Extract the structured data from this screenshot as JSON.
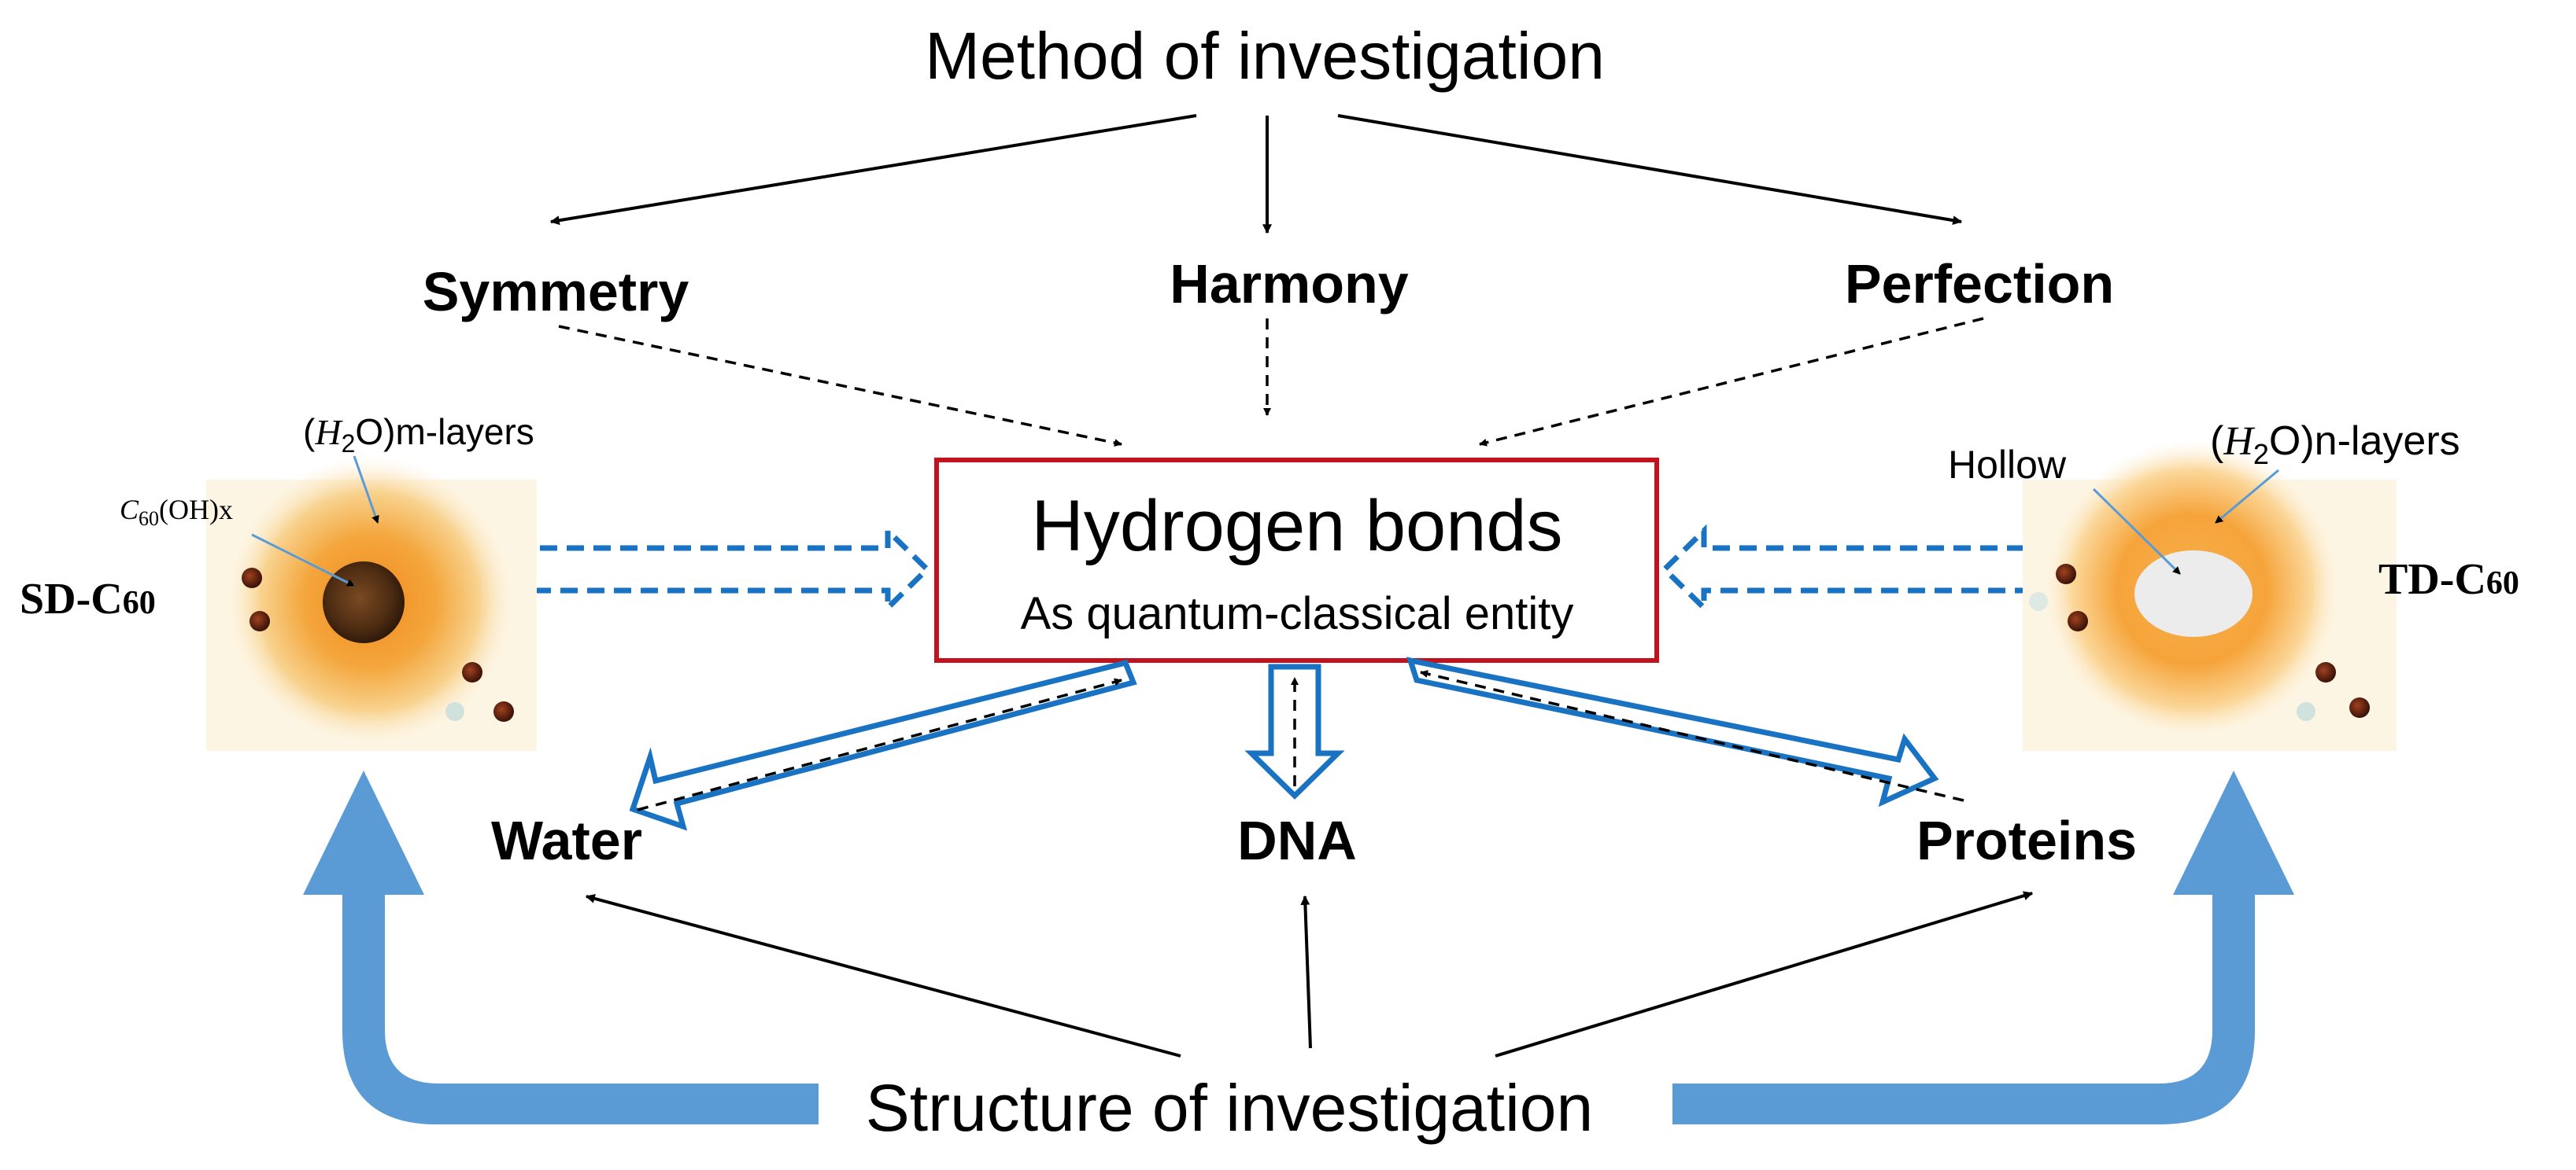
{
  "title_top": "Method of investigation",
  "title_bottom": "Structure of investigation",
  "principles": {
    "symmetry": "Symmetry",
    "harmony": "Harmony",
    "perfection": "Perfection"
  },
  "center_box": {
    "title": "Hydrogen bonds",
    "subtitle": "As quantum-classical entity"
  },
  "targets": {
    "water": "Water",
    "dna": "DNA",
    "proteins": "Proteins"
  },
  "left_particle": {
    "label_main": "SD-C",
    "label_sub": "60",
    "layer_var": "H",
    "layer_sub": "2",
    "layer_rest": "O)m-layers",
    "layer_open": "(",
    "core_c": "C",
    "core_sub": "60",
    "core_rest": "(OH)x"
  },
  "right_particle": {
    "label_main": "TD-C",
    "label_sub": "60",
    "layer_var": "H",
    "layer_sub": "2",
    "layer_rest": "O)n-layers",
    "layer_open": "(",
    "hollow": "Hollow"
  },
  "colors": {
    "box_border": "#c0131e",
    "blue": "#1a73c2",
    "big_arrow": "#5b9bd5",
    "text": "#000000"
  }
}
